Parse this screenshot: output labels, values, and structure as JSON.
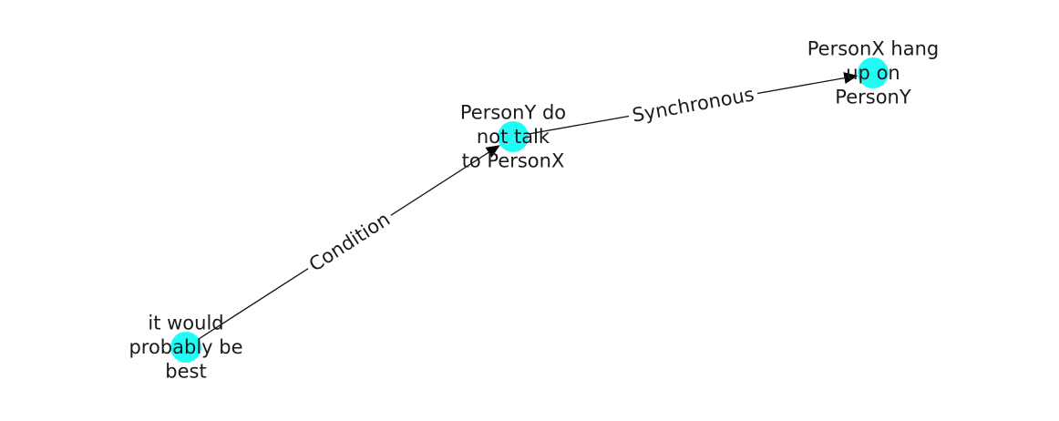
{
  "graph": {
    "node_color": "#1ffcf6",
    "edge_color": "#111111",
    "nodes": [
      {
        "id": "n1",
        "lines": [
          "it would",
          "probably be",
          "best"
        ]
      },
      {
        "id": "n2",
        "lines": [
          "PersonY do",
          "not talk",
          "to PersonX"
        ]
      },
      {
        "id": "n3",
        "lines": [
          "PersonX hang",
          "up on",
          "PersonY"
        ]
      }
    ],
    "edges": [
      {
        "source": "n1",
        "target": "n2",
        "label": "Condition"
      },
      {
        "source": "n2",
        "target": "n3",
        "label": "Synchronous"
      }
    ]
  }
}
